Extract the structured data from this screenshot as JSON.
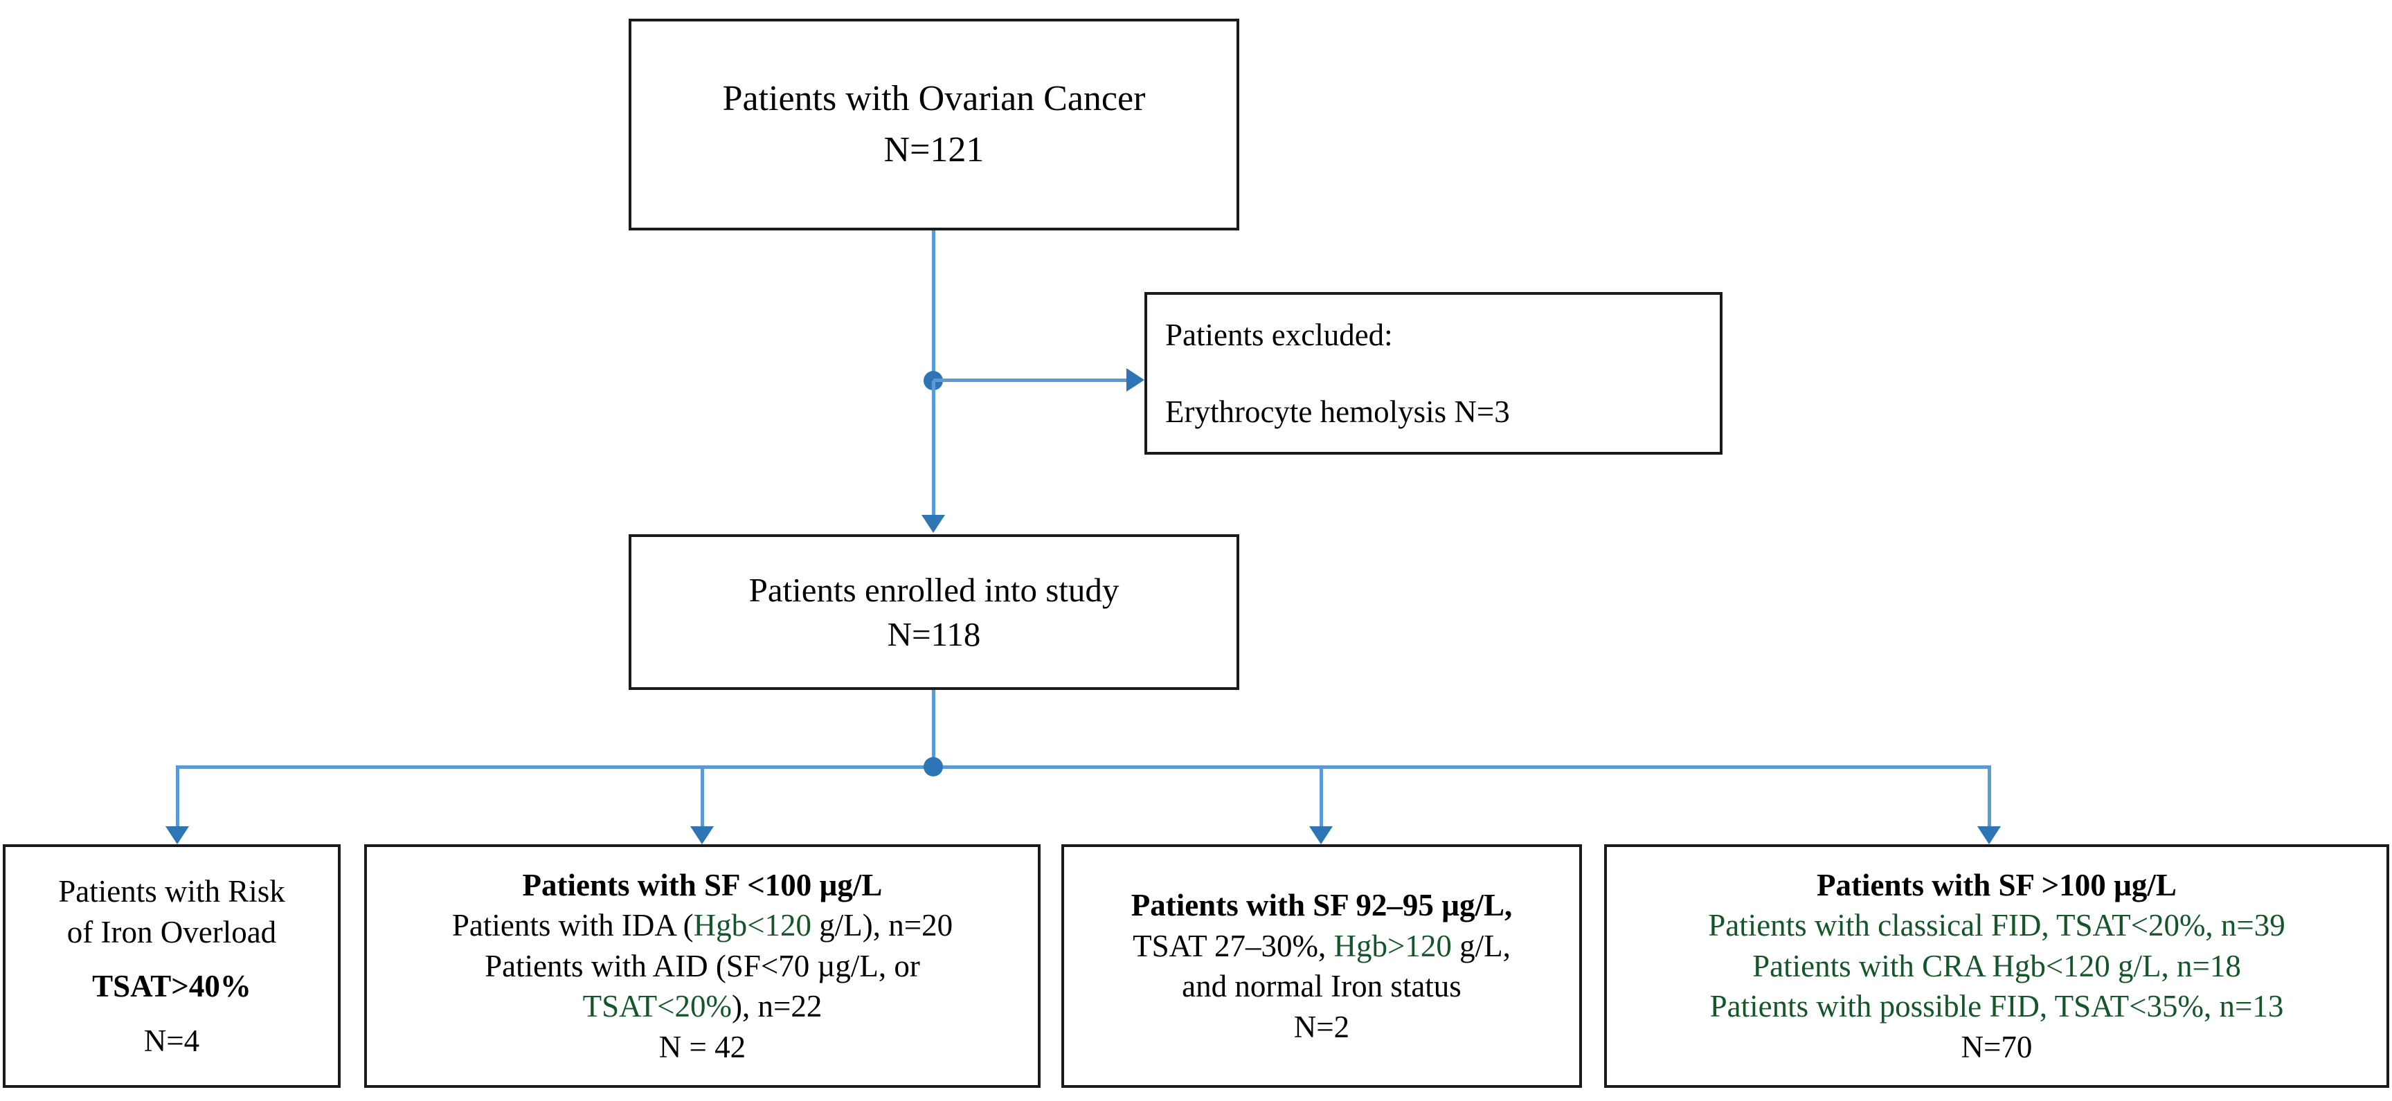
{
  "diagram": {
    "type": "flowchart",
    "title": "Patient enrollment and iron status classification flowchart",
    "accent_color": "#5b9bd5",
    "arrow_color": "#2e75b6",
    "highlight_color": "#14562a",
    "border_color": "#1a1a1a"
  },
  "nodes": {
    "top": {
      "line1": "Patients with Ovarian Cancer",
      "line2": "N=121"
    },
    "excluded": {
      "line1": "Patients excluded:",
      "line2": "Erythrocyte hemolysis N=3"
    },
    "enrolled": {
      "line1": "Patients enrolled into study",
      "line2": "N=118"
    },
    "branch1": {
      "line1": "Patients with Risk",
      "line2": "of Iron Overload",
      "line3": "TSAT>40%",
      "line4": "N=4"
    },
    "branch2": {
      "header": "Patients with SF <100 µg/L",
      "line2a": "Patients with IDA (",
      "line2b": "Hgb<120",
      "line2c": " g/L), n=20",
      "line3": "Patients with AID (SF<70 µg/L, or",
      "line4a": "TSAT<20%",
      "line4b": "), n=22",
      "line5": "N = 42"
    },
    "branch3": {
      "header": "Patients with SF 92–95 µg/L,",
      "line2a": "TSAT 27–30%, ",
      "line2b": "Hgb>120",
      "line2c": " g/L,",
      "line3": "and normal Iron status",
      "line4": "N=2"
    },
    "branch4": {
      "header": "Patients with SF >100 µg/L",
      "line2": "Patients with classical FID, TSAT<20%, n=39",
      "line3": "Patients with CRA Hgb<120 g/L, n=18",
      "line4": "Patients with possible FID, TSAT<35%, n=13",
      "line5": "N=70"
    }
  },
  "connectors": {
    "top_to_junction": "vertical-line",
    "junction_to_excluded": "right-arrow",
    "junction_to_enrolled": "down-arrow",
    "enrolled_to_split": "vertical-line",
    "split_rail": "horizontal-rail",
    "branch_arrows": [
      "down-arrow",
      "down-arrow",
      "down-arrow",
      "down-arrow"
    ]
  }
}
